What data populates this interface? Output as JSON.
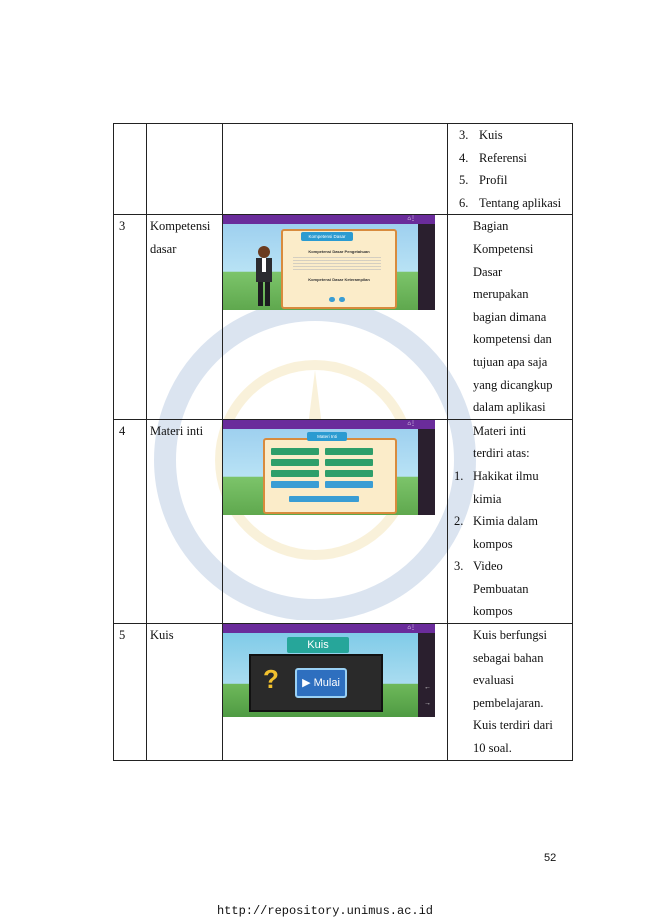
{
  "table": {
    "row_cont": {
      "items": [
        {
          "num": "3.",
          "text": "Kuis"
        },
        {
          "num": "4.",
          "text": "Referensi"
        },
        {
          "num": "5.",
          "text": "Profil"
        },
        {
          "num": "6.",
          "text": "Tentang aplikasi"
        }
      ]
    },
    "row3": {
      "number": "3",
      "name_lines": [
        "Kompetensi",
        "dasar"
      ],
      "desc_lines": [
        "Bagian",
        "Kompetensi",
        "Dasar",
        "merupakan",
        "bagian dimana",
        "kompetensi dan",
        "tujuan apa saja",
        "yang dicangkup",
        "dalam aplikasi"
      ],
      "screen": {
        "panel_title": "Kompetensi Dasar",
        "sub1": "Kompetensi Dasar Pengetahuan",
        "sub2": "Kompetensi Dasar Keterampilan"
      }
    },
    "row4": {
      "number": "4",
      "name": "Materi inti",
      "desc_intro": [
        "Materi inti",
        "terdiri atas:"
      ],
      "desc_items": [
        {
          "num": "1.",
          "lines": [
            "Hakikat ilmu",
            "kimia"
          ]
        },
        {
          "num": "2.",
          "lines": [
            "Kimia dalam",
            "kompos"
          ]
        },
        {
          "num": "3.",
          "lines": [
            "Video",
            "Pembuatan",
            "kompos"
          ]
        }
      ],
      "screen": {
        "panel_title": "Materi Inti"
      }
    },
    "row5": {
      "number": "5",
      "name": "Kuis",
      "desc_lines": [
        "Kuis berfungsi",
        "sebagai bahan",
        "evaluasi",
        "pembelajaran.",
        "Kuis terdiri dari",
        "10 soal."
      ],
      "screen": {
        "quiz_title": "Kuis",
        "start_button": "▶ Mulai"
      }
    }
  },
  "page_number": "52",
  "footer_url": "http://repository.unimus.ac.id",
  "icons": {
    "home": "home-icon",
    "menu": "more-vert-icon",
    "question": "question-mark-icon"
  },
  "colors": {
    "app_bar": "#6a2c9b",
    "panel_border": "#d88b3d",
    "accent_button": "#2b9bd1"
  }
}
